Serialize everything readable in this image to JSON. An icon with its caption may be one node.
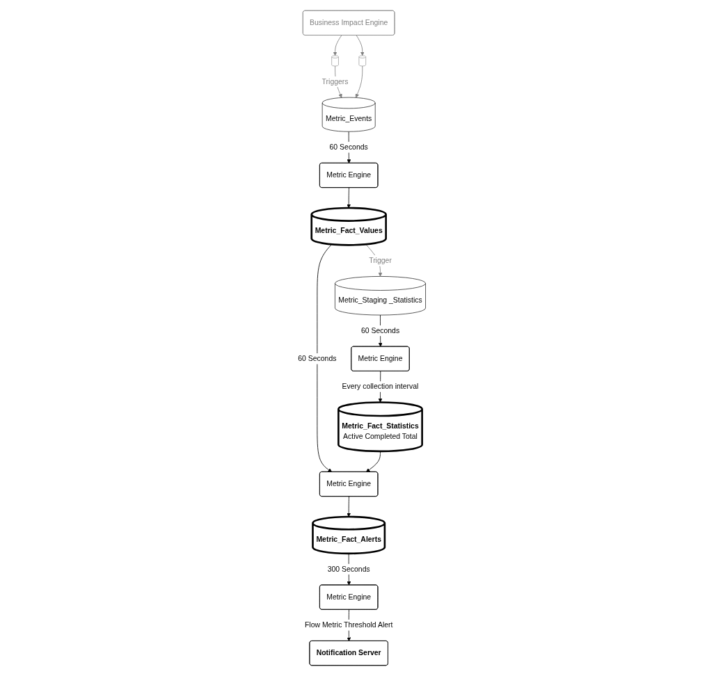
{
  "diagram": {
    "nodes": [
      {
        "text": [
          "Business Impact Engine"
        ]
      },
      {
        "text": [],
        "shape": "cylinder"
      },
      {
        "text": [],
        "shape": "cylinder"
      },
      {
        "text": [
          "Metric_Events"
        ]
      },
      {
        "text": [
          "Metric Engine"
        ]
      },
      {
        "text": [
          "Metric_Staging _Statistics"
        ]
      },
      {
        "text": [
          "Metric Engine"
        ]
      },
      {
        "text": [
          "Metric_Fact_Values"
        ]
      },
      {
        "text": [
          "Metric_Fact_Statistics",
          "Active Completed Total"
        ]
      },
      {
        "text": [
          "Metric Engine"
        ]
      },
      {
        "text": [
          "Metric_Fact_Alerts"
        ]
      },
      {
        "text": [
          "Metric Engine"
        ]
      },
      {
        "text": [
          "Notification Server"
        ]
      }
    ],
    "edges": [
      {
        "from": 0,
        "to": 1,
        "arrow": "to",
        "color": "#808080"
      },
      {
        "from": 0,
        "to": 2,
        "arrow": "to",
        "color": "#808080"
      },
      {
        "from": 1,
        "to": 3,
        "arrow": "to",
        "label": "Triggers",
        "color": "#808080"
      },
      {
        "from": 2,
        "to": 3,
        "arrow": "to",
        "color": "#808080"
      },
      {
        "from": 3,
        "to": 4,
        "arrow": "to",
        "label": "60 Seconds"
      },
      {
        "from": 4,
        "to": 7,
        "arrow": "to"
      },
      {
        "from": 7,
        "to": 5,
        "arrow": "to",
        "label": "Trigger",
        "color": "#808080"
      },
      {
        "from": 5,
        "to": 6,
        "arrow": "to",
        "label": "60 Seconds"
      },
      {
        "from": 6,
        "to": 8,
        "arrow": "to",
        "label": "Every collection interval"
      },
      {
        "from": 7,
        "to": 9,
        "arrow": "to",
        "label": "60 Seconds"
      },
      {
        "from": 8,
        "to": 9,
        "arrow": "to"
      },
      {
        "from": 9,
        "to": 10,
        "arrow": "to"
      },
      {
        "from": 10,
        "to": 11,
        "arrow": "to",
        "label": "300 Seconds"
      },
      {
        "from": 11,
        "to": 12,
        "arrow": "to",
        "label": "Flow Metric Threshold Alert"
      }
    ]
  }
}
